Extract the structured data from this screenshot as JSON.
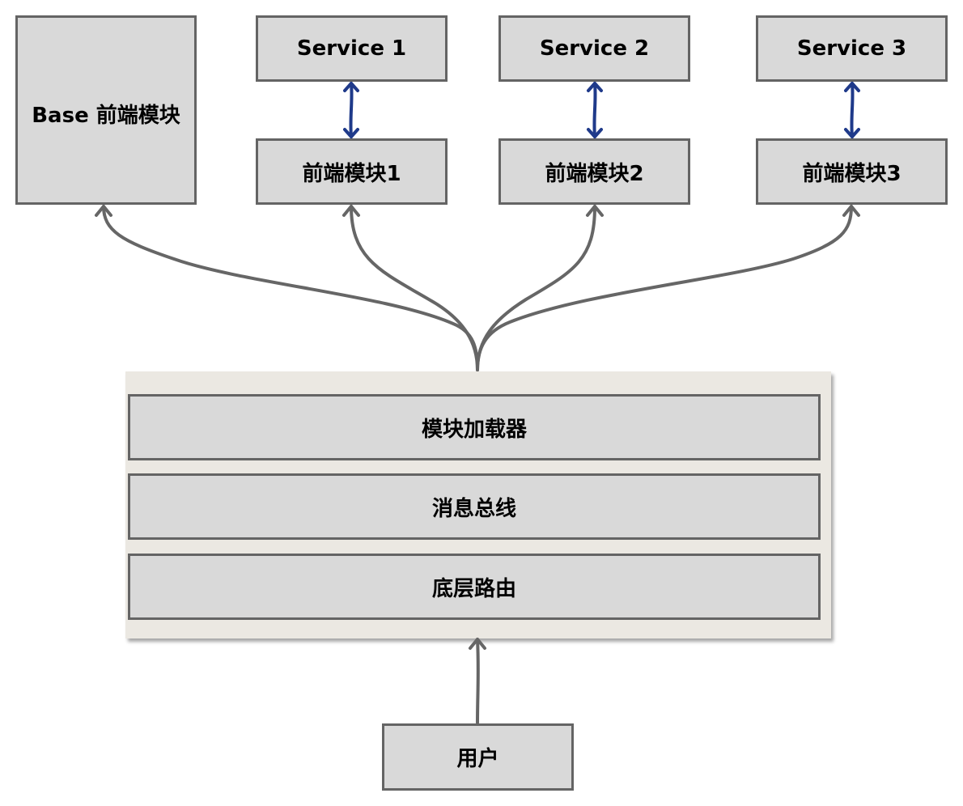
{
  "diagram": {
    "base_module": "Base 前端模块",
    "services": [
      "Service 1",
      "Service 2",
      "Service 3"
    ],
    "frontend_modules": [
      "前端模块1",
      "前端模块2",
      "前端模块3"
    ],
    "platform": {
      "layers": [
        "模块加载器",
        "消息总线",
        "底层路由"
      ]
    },
    "user": "用户"
  },
  "colors": {
    "box_fill": "#d9d9d9",
    "box_border": "#646464",
    "platform_fill": "#ebe8e2",
    "connector_gray": "#666666",
    "connector_blue": "#1f3a8a"
  }
}
